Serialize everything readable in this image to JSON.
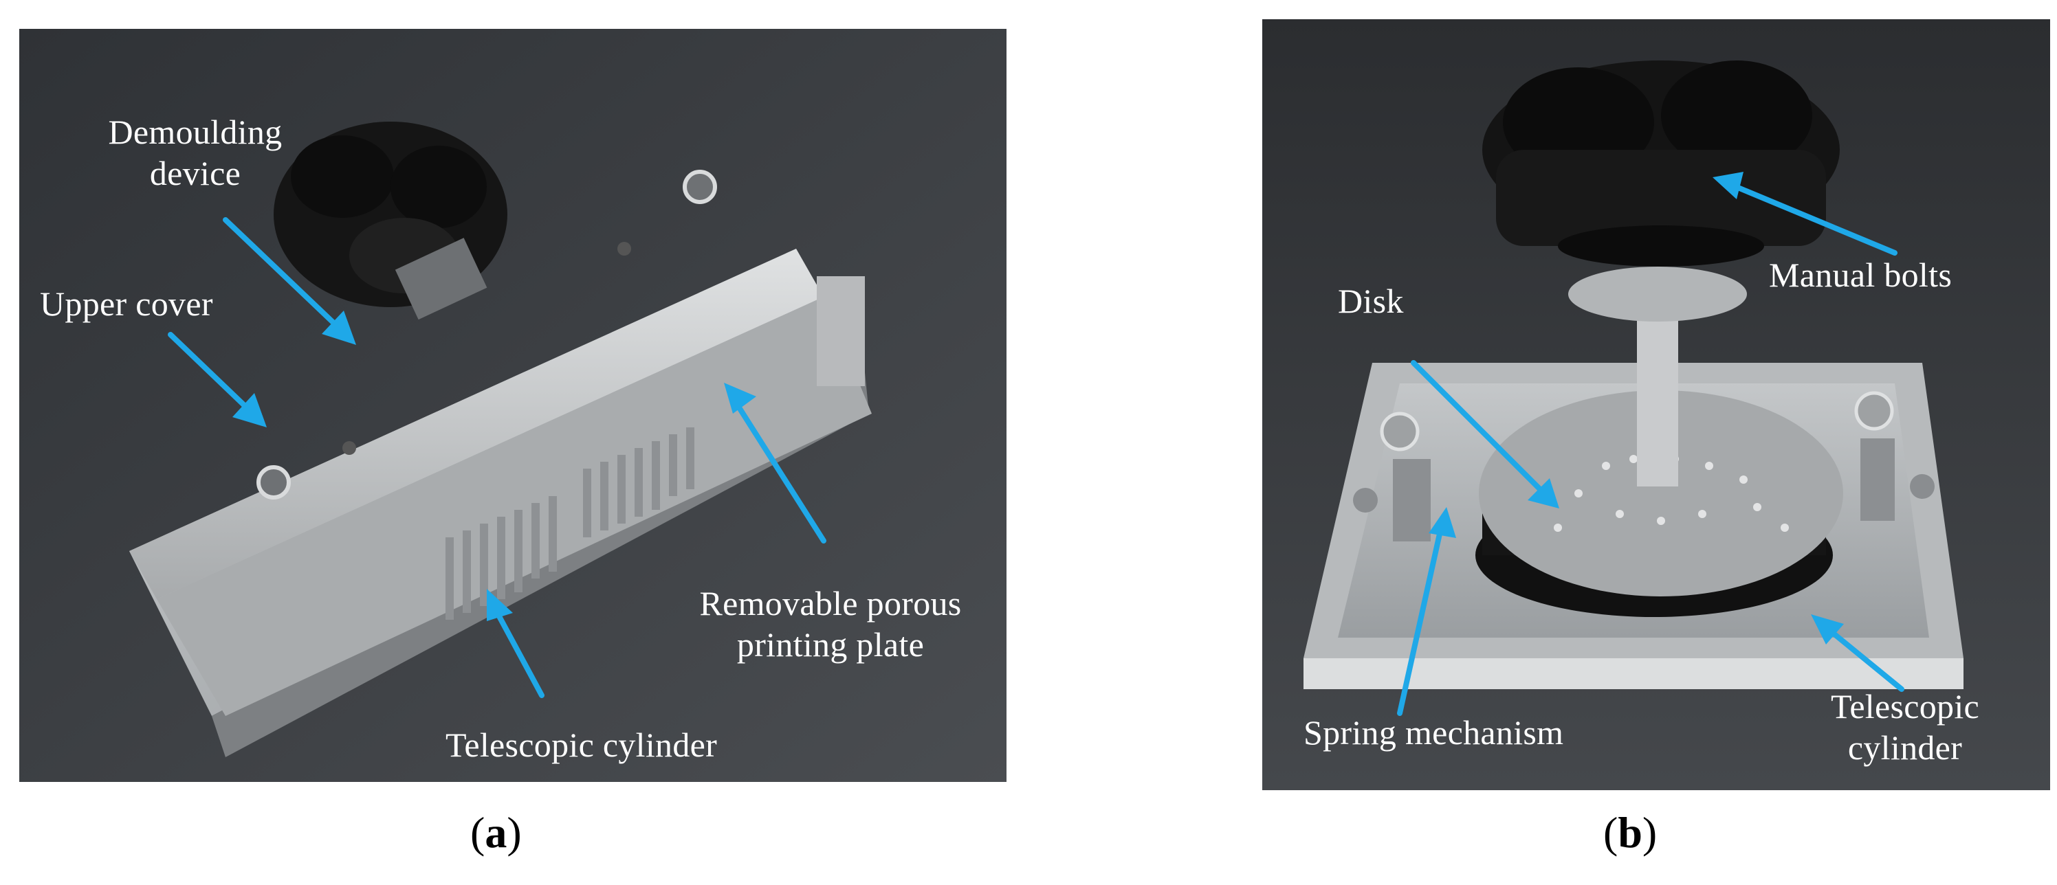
{
  "panel_a": {
    "caption_open": "(",
    "caption_letter": "a",
    "caption_close": ")",
    "labels": {
      "demoulding_line1": "Demoulding",
      "demoulding_line2": "device",
      "upper_cover": "Upper cover",
      "removable_line1": "Removable porous",
      "removable_line2": "printing plate",
      "telescopic": "Telescopic cylinder"
    }
  },
  "panel_b": {
    "caption_open": "(",
    "caption_letter": "b",
    "caption_close": ")",
    "labels": {
      "manual_bolts": "Manual bolts",
      "disk": "Disk",
      "spring": "Spring mechanism",
      "telescopic_line1": "Telescopic",
      "telescopic_line2": "cylinder"
    }
  },
  "colors": {
    "arrow": "#1fa8e8",
    "background_dark": "#3a3d41",
    "aluminium": "#b9bcbe",
    "knob": "#141414"
  }
}
